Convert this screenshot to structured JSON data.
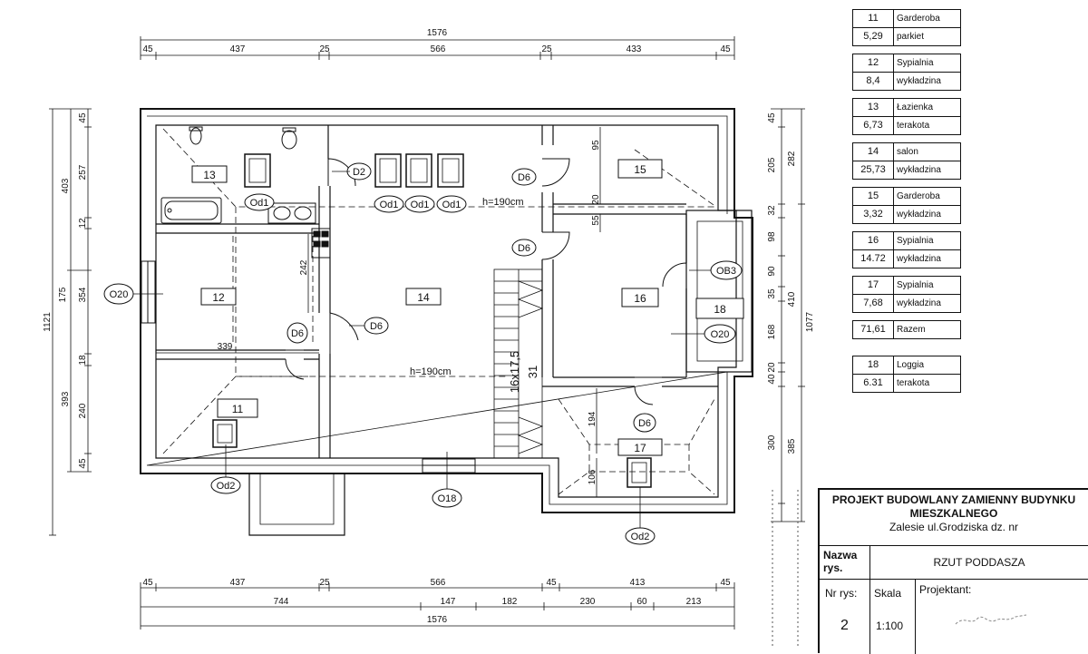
{
  "plan": {
    "top_dims": [
      "45",
      "437",
      "25",
      "566",
      "25",
      "433",
      "45"
    ],
    "top_total": "1576",
    "bottom_dims_1": [
      "45",
      "437",
      "25",
      "566",
      "45",
      "413",
      "45"
    ],
    "bottom_dims_2": [
      "744",
      "147",
      "182",
      "230",
      "60",
      "213"
    ],
    "bottom_total": "1576",
    "left_dims_inner": [
      "45",
      "257",
      "12",
      "175",
      "354",
      "18",
      "240",
      "45"
    ],
    "left_dims_outer": [
      "403",
      "393"
    ],
    "left_total": "1121",
    "right_dims_inner": [
      "45",
      "205",
      "32",
      "98",
      "90",
      "35",
      "168",
      "20",
      "40",
      "300"
    ],
    "right_dims_outer": [
      "282",
      "410",
      "385"
    ],
    "right_total": "1077",
    "room_numbers": [
      "13",
      "12",
      "14",
      "15",
      "16",
      "18",
      "11",
      "17"
    ],
    "height_notes": [
      "h=190cm",
      "h=190cm"
    ],
    "internal_dims": [
      "95",
      "55",
      "20",
      "242",
      "339",
      "194",
      "106"
    ],
    "stair_label": "16x17,5",
    "stair_count": "31",
    "tags": {
      "d2": "D2",
      "d6": "D6",
      "od1": "Od1",
      "od2": "Od2",
      "o20": "O20",
      "o18": "O18",
      "ob3": "OB3"
    }
  },
  "legend": [
    {
      "no": "11",
      "name": "Garderoba",
      "area": "5,29",
      "finish": "parkiet"
    },
    {
      "no": "12",
      "name": "Sypialnia",
      "area": "8,4",
      "finish": "wykładzina"
    },
    {
      "no": "13",
      "name": "Łazienka",
      "area": "6,73",
      "finish": "terakota"
    },
    {
      "no": "14",
      "name": "salon",
      "area": "25,73",
      "finish": "wykładzina"
    },
    {
      "no": "15",
      "name": "Garderoba",
      "area": "3,32",
      "finish": "wykładzina"
    },
    {
      "no": "16",
      "name": "Sypialnia",
      "area": "14.72",
      "finish": "wykładzina"
    },
    {
      "no": "17",
      "name": "Sypialnia",
      "area": "7,68",
      "finish": "wykładzina"
    }
  ],
  "legend_total": {
    "area": "71,61",
    "label": "Razem"
  },
  "legend_extra": {
    "no": "18",
    "name": "Loggia",
    "area": "6.31",
    "finish": "terakota"
  },
  "title_block": {
    "project_line1": "PROJEKT BUDOWLANY ZAMIENNY BUDYNKU",
    "project_line2": "MIESZKALNEGO",
    "location": "Zalesie ul.Grodziska dz. nr",
    "drawing_name_label": "Nazwa rys.",
    "drawing_name": "RZUT PODDASZA",
    "number_label": "Nr rys:",
    "number": "2",
    "scale_label": "Skala",
    "scale": "1:100",
    "designer_label": "Projektant:"
  }
}
